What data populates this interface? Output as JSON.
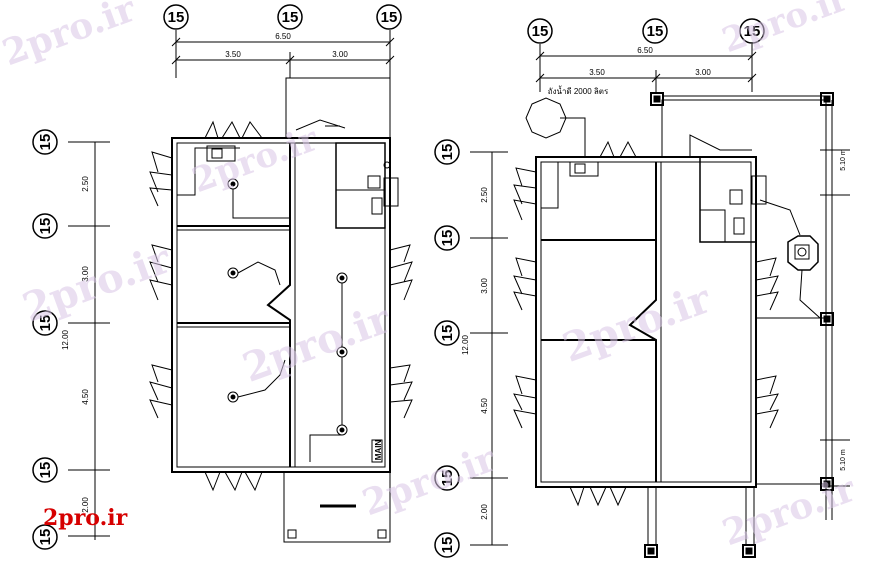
{
  "drawing": {
    "grid_label": "15",
    "left_plan": {
      "overall_width": "6.50",
      "bay_widths": [
        "3.50",
        "3.00"
      ],
      "total_depth": "12.00",
      "bay_depths": [
        "2.50",
        "3.00",
        "4.50",
        "2.00"
      ],
      "panel_label": "MAIN"
    },
    "right_plan": {
      "overall_width": "6.50",
      "bay_widths": [
        "3.50",
        "3.00"
      ],
      "total_depth": "12.00",
      "bay_depths": [
        "2.50",
        "3.00",
        "4.50",
        "2.00"
      ],
      "tank_label": "ถังน้ำดี 2000 ลิตร",
      "side_dim": "5.10 m"
    }
  },
  "watermark": {
    "logo_text": "2pro.ir",
    "brand_color": "#d60000",
    "overlay_color": "#d9c6e6"
  }
}
